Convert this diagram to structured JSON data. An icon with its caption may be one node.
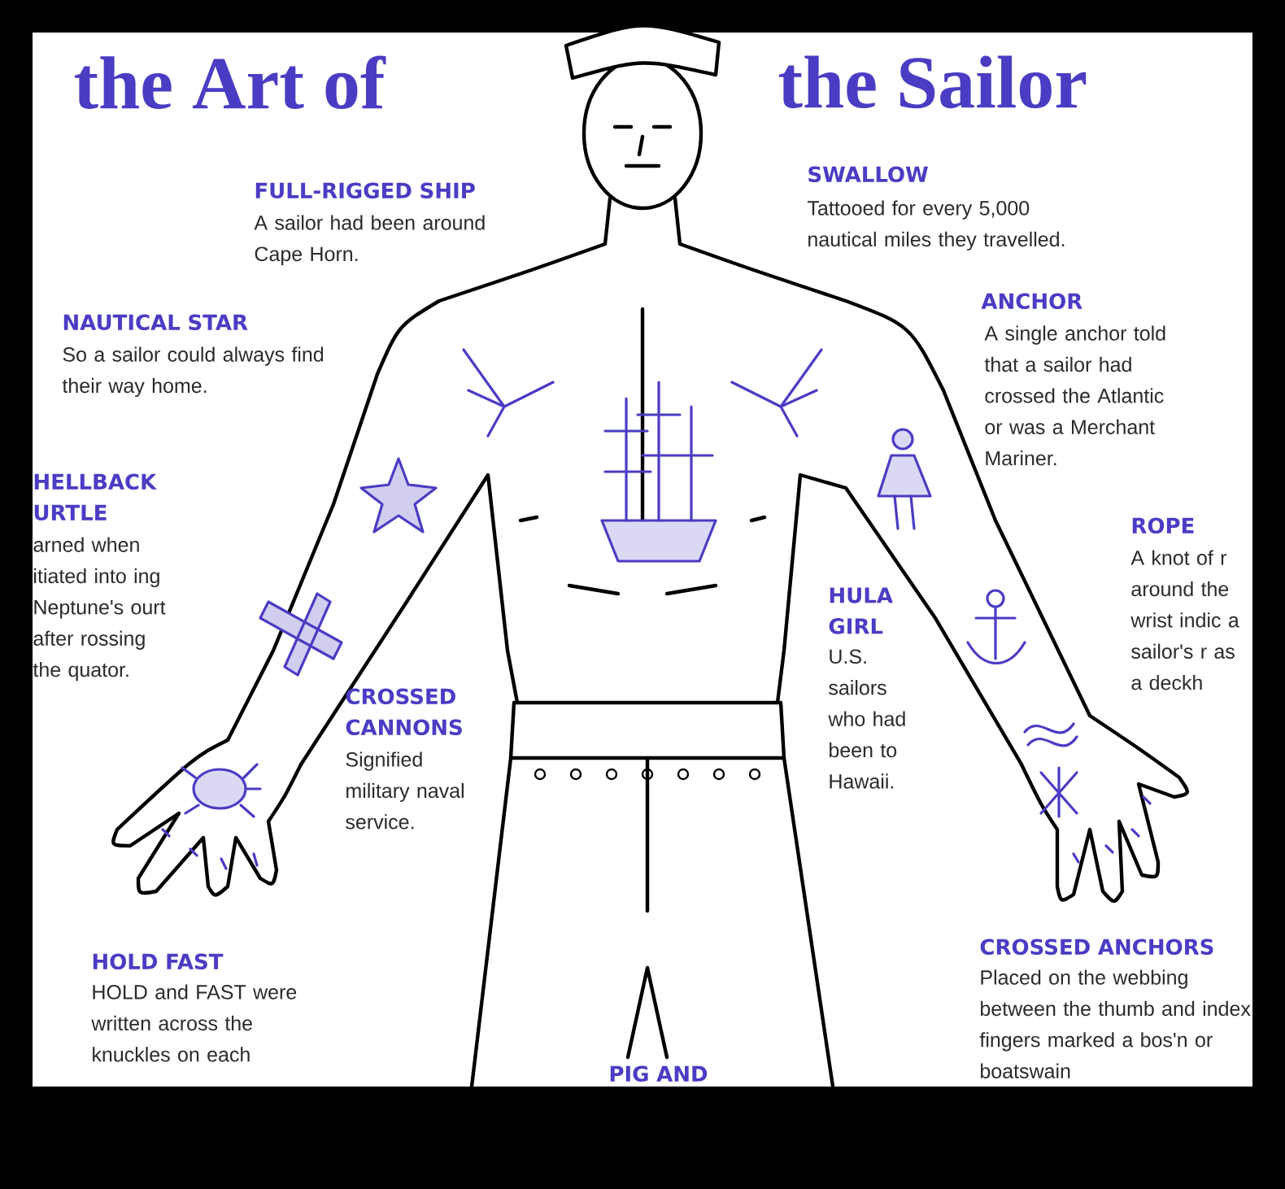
{
  "diagram": {
    "title": "the Art of",
    "labels": [
      "the Sailor",
      "FULL-RIGGED SHIP",
      "A sailor had been around Cape Horn.",
      "SWALLOW",
      "Tattooed for every 5,000 nautical miles they travelled.",
      "NAUTICAL STAR",
      "So a sailor could always find their way home.",
      "ANCHOR",
      "A single anchor told that a sailor had crossed the Atlantic or was a Merchant Mariner.",
      "HELLBACK URTLE",
      "arned when itiated into ing Neptune's ourt after rossing the quator.",
      "ROPE",
      "A knot of r around the wrist indic a sailor's r as a deckh",
      "HULA GIRL",
      "U.S. sailors who had been to Hawaii.",
      "CROSSED CANNONS",
      "Signified military naval service.",
      "HOLD FAST",
      "HOLD and FAST were written across the knuckles on each",
      "CROSSED ANCHORS",
      "Placed on the webbing between the thumb and index fingers marked a bos'n or boatswain",
      "PIG AND"
    ]
  }
}
